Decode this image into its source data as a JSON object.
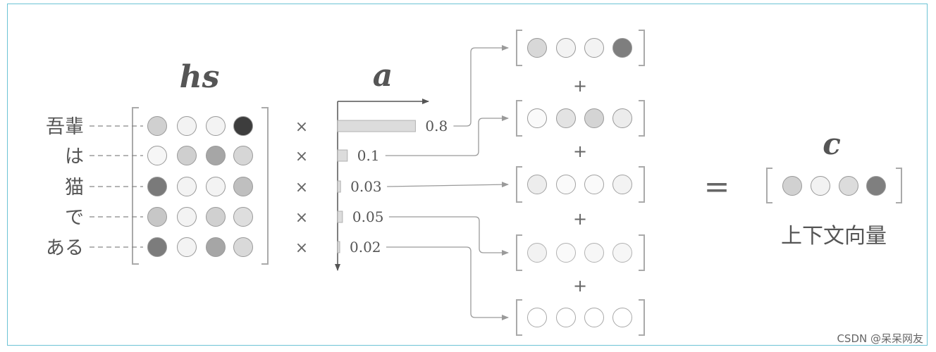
{
  "labels": {
    "hs": "hs",
    "a": "a",
    "c": "c",
    "context_vector": "上下文向量",
    "times": "×",
    "plus": "+",
    "equals": "="
  },
  "words": [
    "吾輩",
    "は",
    "猫",
    "で",
    "ある"
  ],
  "weights": [
    {
      "label": "0.8",
      "value": 0.8
    },
    {
      "label": "0.1",
      "value": 0.1
    },
    {
      "label": "0.03",
      "value": 0.03
    },
    {
      "label": "0.05",
      "value": 0.05
    },
    {
      "label": "0.02",
      "value": 0.02
    }
  ],
  "colors": {
    "frame": "#6cc3d5",
    "bar_fill": "#dcdcdc",
    "bar_stroke": "#b0b0b0",
    "line": "#9a9a9a",
    "text": "#555555"
  },
  "hs_matrix": [
    [
      "#d0d0d0",
      "#f3f3f3",
      "#f3f3f3",
      "#3d3d3d"
    ],
    [
      "#f6f6f6",
      "#cfcfcf",
      "#a6a6a6",
      "#d6d6d6"
    ],
    [
      "#7a7a7a",
      "#f3f3f3",
      "#f3f3f3",
      "#bfbfbf"
    ],
    [
      "#c7c7c7",
      "#f3f3f3",
      "#d0d0d0",
      "#dedede"
    ],
    [
      "#7c7c7c",
      "#f3f3f3",
      "#a6a6a6",
      "#d9d9d9"
    ]
  ],
  "weighted_vectors": [
    {
      "fills": [
        "#d8d8d8",
        "#f3f3f3",
        "#f3f3f3",
        "#7e7e7e"
      ],
      "opacity": 1.0
    },
    {
      "fills": [
        "#fafafa",
        "#e3e3e3",
        "#d4d4d4",
        "#ececec"
      ],
      "opacity": 1.0
    },
    {
      "fills": [
        "#ededed",
        "#fafafa",
        "#fafafa",
        "#f3f3f3"
      ],
      "opacity": 0.9
    },
    {
      "fills": [
        "#f2f2f2",
        "#fafafa",
        "#f7f7f7",
        "#f6f6f6"
      ],
      "opacity": 0.75
    },
    {
      "fills": [
        "#ffffff",
        "#ffffff",
        "#ffffff",
        "#ffffff"
      ],
      "opacity": 0.85
    }
  ],
  "context_vector_fills": [
    "#d1d1d1",
    "#f2f2f2",
    "#dcdcdc",
    "#7f7f7f"
  ],
  "watermark": "CSDN @呆呆网友"
}
